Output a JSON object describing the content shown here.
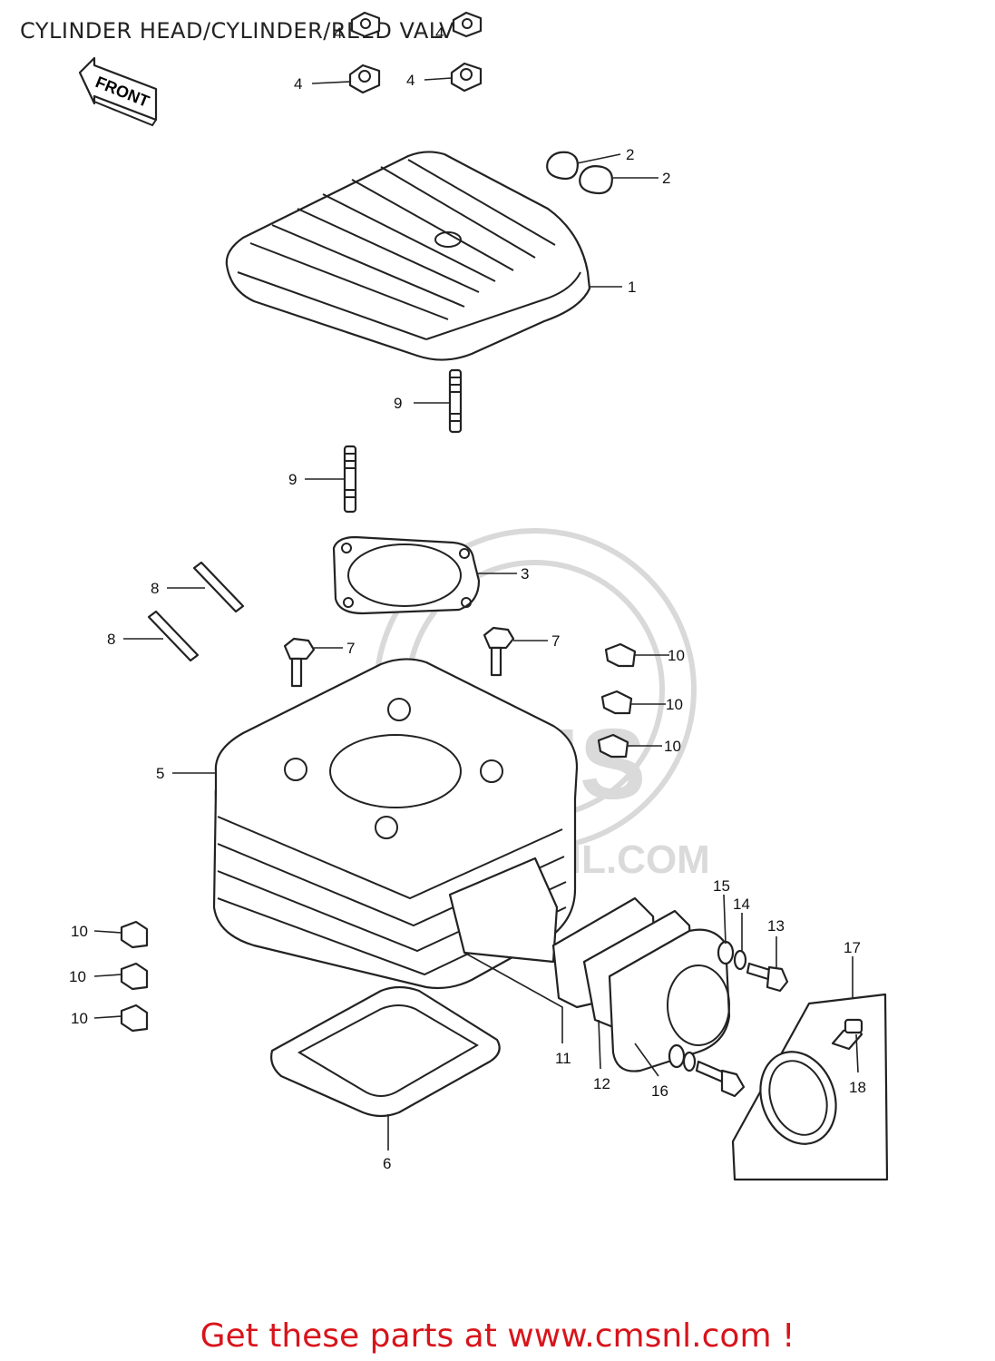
{
  "header": {
    "title": "CYLINDER HEAD/CYLINDER/REED VALV"
  },
  "footer": {
    "text": "Get these parts at www.cmsnl.com !"
  },
  "diagram": {
    "front_arrow_label": "FRONT",
    "watermark": {
      "logo_text": "CMS",
      "url_text": "WWW.CMSNL.COM"
    },
    "callouts": [
      "1",
      "2",
      "2",
      "3",
      "4",
      "4",
      "4",
      "4",
      "5",
      "6",
      "7",
      "7",
      "8",
      "8",
      "9",
      "9",
      "10",
      "10",
      "10",
      "10",
      "10",
      "10",
      "11",
      "12",
      "13",
      "14",
      "15",
      "16",
      "17",
      "18"
    ]
  },
  "colors": {
    "footer_text": "#d8141b",
    "line_art": "#222222",
    "watermark": "#d9d9d9"
  }
}
